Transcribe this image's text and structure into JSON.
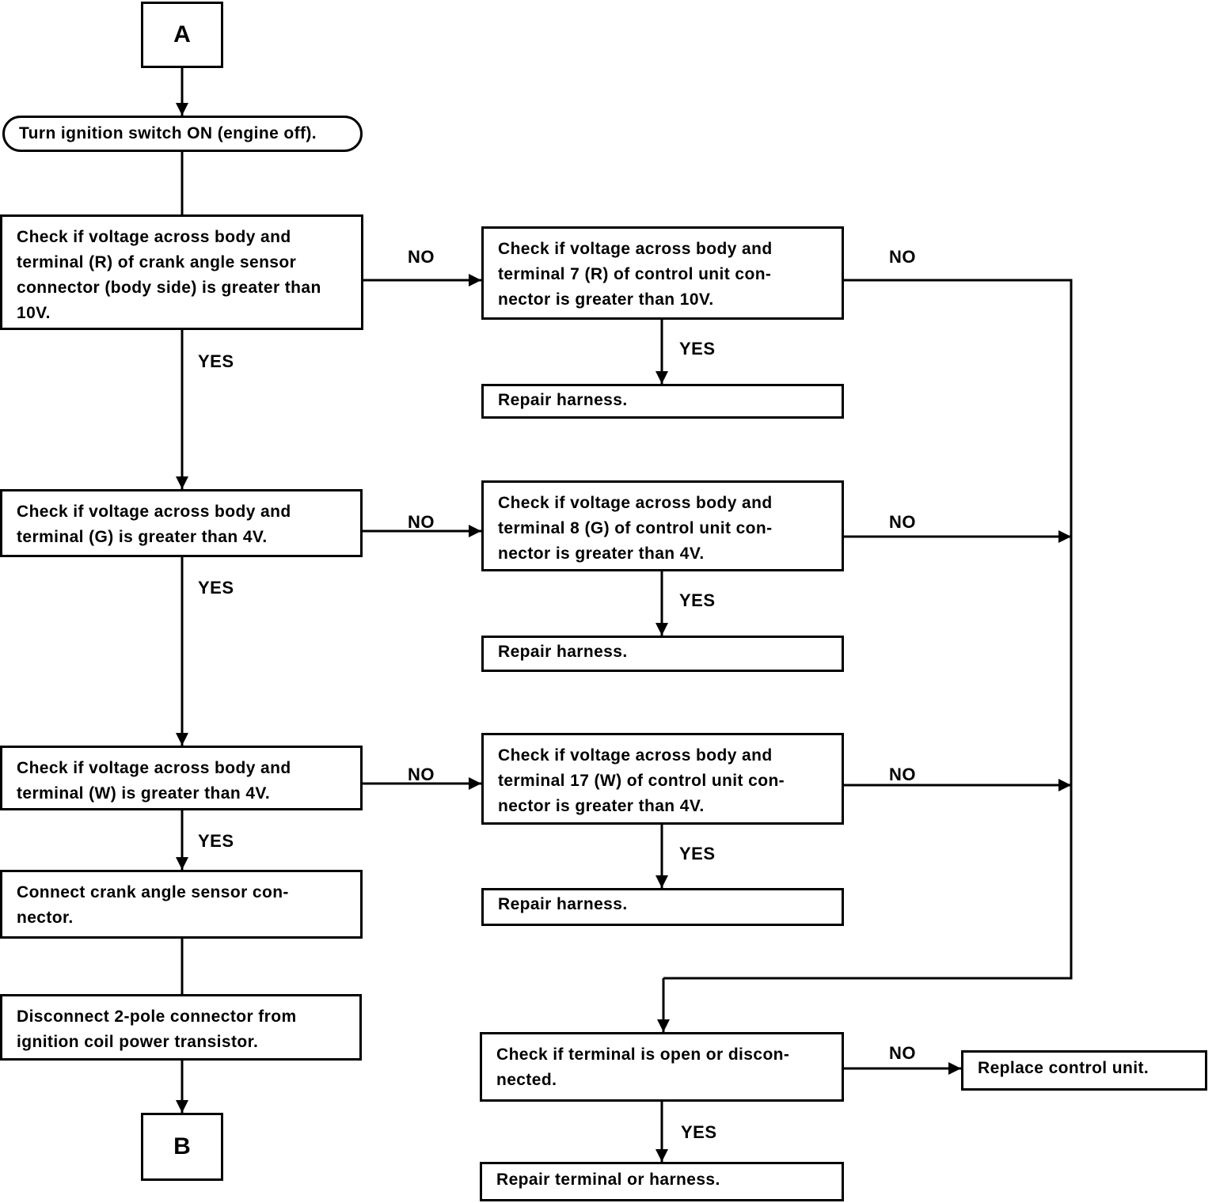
{
  "connectors": {
    "start": "A",
    "end": "B"
  },
  "steps": {
    "turn_on": "Turn ignition switch ON (engine off).",
    "check_r": "Check if voltage across body and\nterminal (R) of crank angle sensor\nconnector (body side) is greater than\n10V.",
    "check_r_cu": "Check if voltage across body and\nterminal 7 (R) of control unit con-\nnector is greater than 10V.",
    "repair_1": "Repair harness.",
    "check_g": "Check if voltage across body and\nterminal (G) is greater than 4V.",
    "check_g_cu": "Check if voltage across body and\nterminal 8 (G) of control unit con-\nnector is greater than 4V.",
    "repair_2": "Repair harness.",
    "check_w": "Check if voltage across body and\nterminal (W) is greater than 4V.",
    "check_w_cu": "Check if voltage across body and\nterminal 17 (W) of control unit con-\nnector is greater than 4V.",
    "repair_3": "Repair harness.",
    "connect_sensor": "Connect crank angle sensor con-\nnector.",
    "disconnect_2pole": "Disconnect 2-pole connector from\nignition coil power transistor.",
    "check_terminal": "Check if terminal is open or discon-\nnected.",
    "replace_cu": "Replace control unit.",
    "repair_terminal": "Repair terminal or harness."
  },
  "labels": {
    "no_r": "NO",
    "no_r_cu": "NO",
    "yes_r": "YES",
    "yes_r_cu": "YES",
    "no_g": "NO",
    "no_g_cu": "NO",
    "yes_g": "YES",
    "yes_g_cu": "YES",
    "no_w": "NO",
    "no_w_cu": "NO",
    "yes_w": "YES",
    "yes_w_cu": "YES",
    "no_term": "NO",
    "yes_term": "YES"
  }
}
